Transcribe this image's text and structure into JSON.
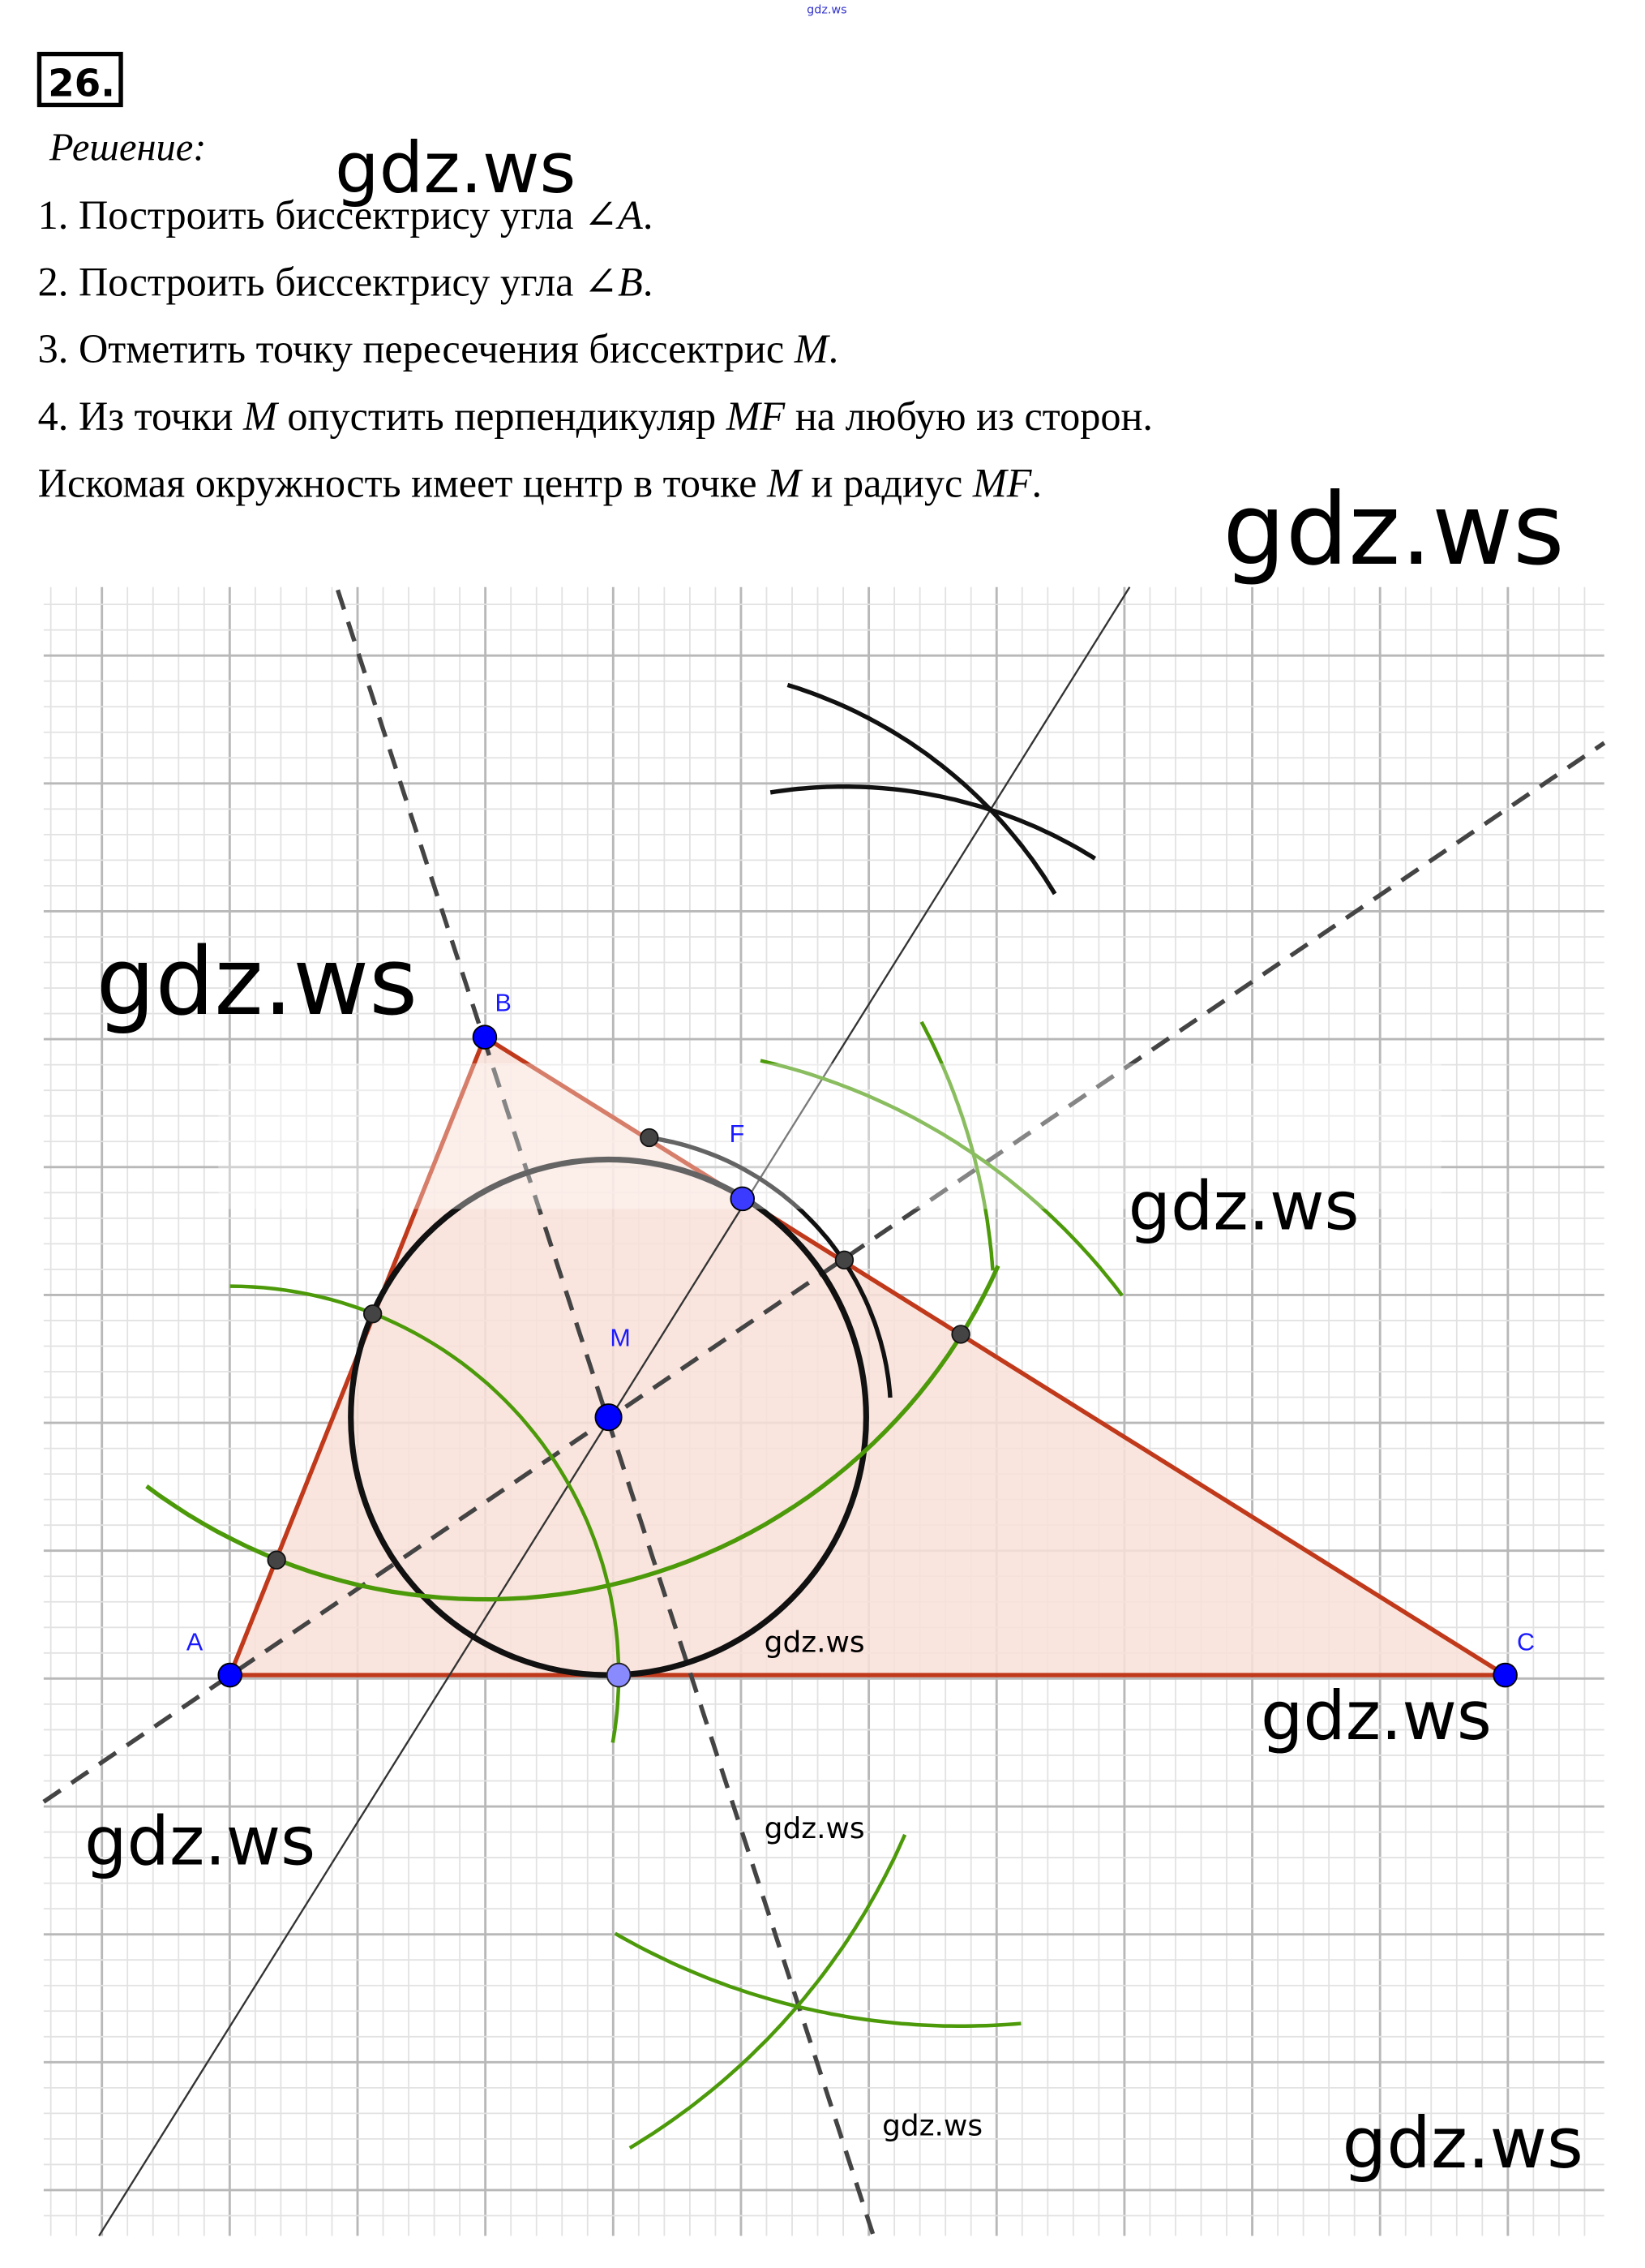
{
  "header": {
    "top_watermark": "gdz.ws",
    "problem_number": "26.",
    "solution_label": "Решение:"
  },
  "steps": [
    {
      "prefix": "1. Построить биссектрису угла ∠",
      "math": "A",
      "suffix": "."
    },
    {
      "prefix": "2. Построить биссектрису угла ∠",
      "math": "B",
      "suffix": "."
    },
    {
      "prefix": "3. Отметить точку пересечения биссектрис ",
      "math": "M",
      "suffix": "."
    },
    {
      "prefix": "4. Из точки ",
      "math": "M",
      "mid": " опустить перпендикуляр ",
      "math2": "MF",
      "suffix": " на любую из сторон."
    }
  ],
  "conclusion": {
    "prefix": "Искомая окружность имеет центр в точке ",
    "math": "M",
    "mid": " и радиус ",
    "math2": "MF",
    "suffix": "."
  },
  "figure": {
    "points": {
      "A": "A",
      "B": "B",
      "C": "C",
      "M": "M",
      "F": "F"
    },
    "colors": {
      "triangle_stroke": "#c0391b",
      "triangle_fill": "#f9e0d8",
      "arc_green": "#4c9a0a",
      "point_blue": "#0000ff",
      "grid": "#c8c8c8"
    }
  },
  "watermarks": [
    "gdz.ws",
    "gdz.ws",
    "gdz.ws",
    "gdz.ws",
    "gdz.ws",
    "gdz.ws",
    "gdz.ws",
    "gdz.ws",
    "gdz.ws",
    "gdz.ws"
  ]
}
